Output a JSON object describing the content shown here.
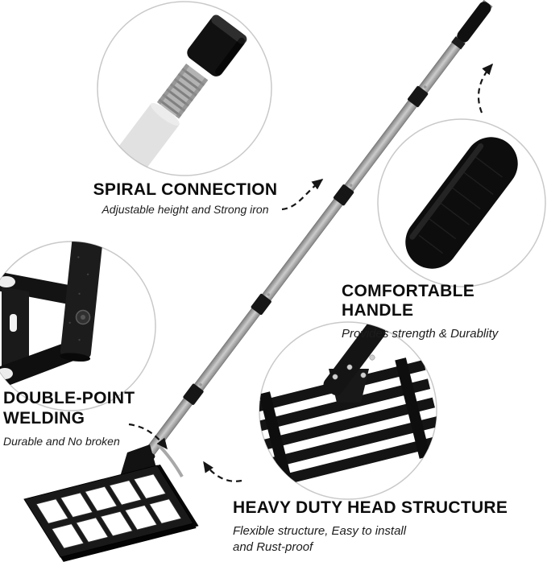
{
  "image": {
    "background": "#ffffff"
  },
  "callouts": {
    "spiral": {
      "title": "SPIRAL CONNECTION",
      "subtitle": "Adjustable height and Strong iron"
    },
    "handle": {
      "title": "COMFORTABLE HANDLE",
      "subtitle": "Provides strength & Durablity"
    },
    "welding": {
      "title_line1": "DOUBLE-POINT",
      "title_line2": "WELDING",
      "subtitle": "Durable and No broken"
    },
    "head": {
      "title": "HEAVY DUTY HEAD STRUCTURE",
      "subtitle_line1": "Flexible structure, Easy to install",
      "subtitle_line2": "and Rust-proof"
    }
  },
  "colors": {
    "product_black": "#141414",
    "pole_silver": "#b5b5b5",
    "circle_border": "#c9c9c9",
    "text": "#101010"
  }
}
